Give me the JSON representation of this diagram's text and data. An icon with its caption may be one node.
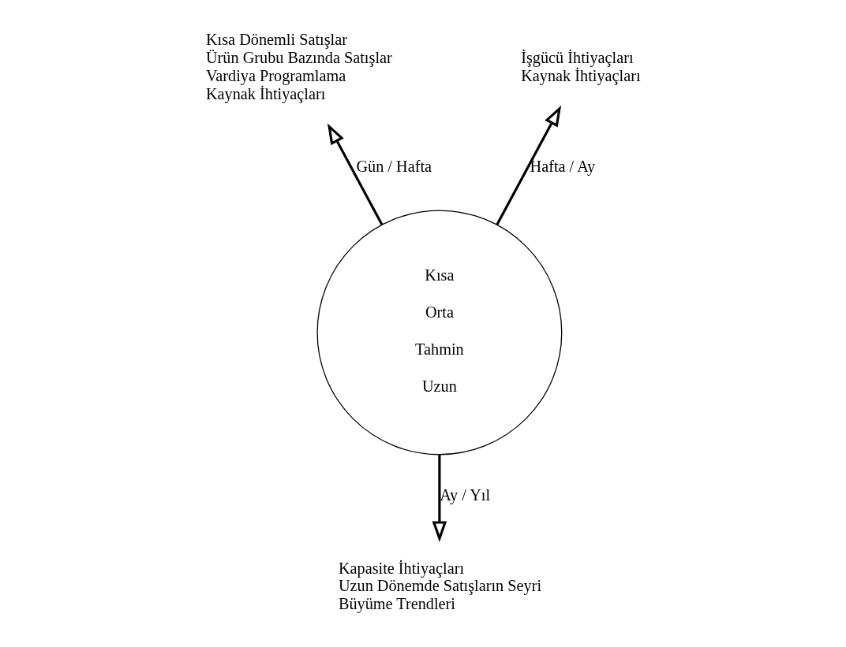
{
  "diagram": {
    "nodes": [
      {
        "text": [
          "Kısa",
          "Orta",
          "Tahmin",
          "Uzun"
        ]
      },
      {
        "text": [
          "Kısa Dönemli Satışlar",
          "Ürün Grubu Bazında Satışlar",
          "Vardiya Programlama",
          "Kaynak İhtiyaçları"
        ]
      },
      {
        "text": [
          "İşgücü İhtiyaçları",
          "Kaynak İhtiyaçları"
        ]
      },
      {
        "text": [
          "Kapasite İhtiyaçları",
          "Uzun Dönemde Satışların Seyri",
          "Büyüme Trendleri"
        ]
      }
    ],
    "edges": [
      {
        "from": 0,
        "to": 1,
        "arrow": "to",
        "label": "Gün / Hafta"
      },
      {
        "from": 0,
        "to": 2,
        "arrow": "to",
        "label": "Hafta / Ay"
      },
      {
        "from": 0,
        "to": 3,
        "arrow": "to",
        "label": "Ay / Yıl"
      }
    ]
  }
}
